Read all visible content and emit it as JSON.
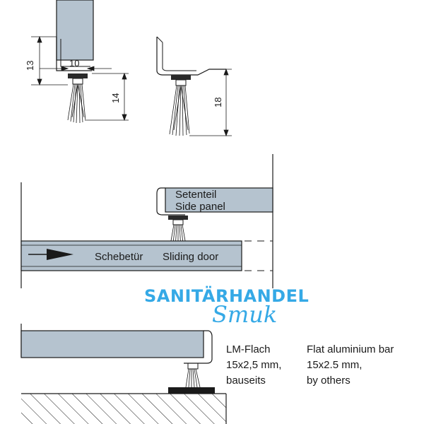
{
  "dimensions": {
    "profile_height": "13",
    "profile_width": "10",
    "brush_short": "14",
    "brush_long": "18"
  },
  "middle": {
    "side_panel_de": "Setenteil",
    "side_panel_en": "Side panel",
    "sliding_door_de": "Schebetür",
    "sliding_door_en": "Sliding door"
  },
  "bottom": {
    "note_de_line1": "LM-Flach",
    "note_de_line2": "15x2,5 mm,",
    "note_de_line3": "bauseits",
    "note_en_line1": "Flat aluminium bar",
    "note_en_line2": "15x2.5 mm,",
    "note_en_line3": "by others"
  },
  "watermark": {
    "line1": "SANITÄRHANDEL",
    "line2": "Smuk"
  },
  "colors": {
    "panel_fill": "#b5c3cf",
    "outline": "#1a1a1a",
    "watermark": "#35a9e6"
  }
}
